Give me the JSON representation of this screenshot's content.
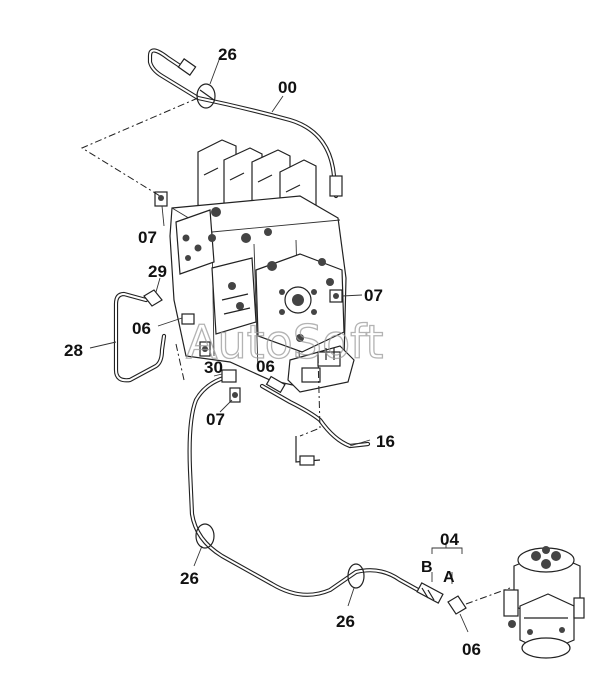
{
  "diagram": {
    "watermark": "AutoSoft",
    "callouts": {
      "hose_main": "00",
      "clamp_top": "26",
      "clamp_lower_left": "26",
      "clamp_lower_mid": "26",
      "adapter_top": "07",
      "adapter_right": "07",
      "adapter_lower": "07",
      "elbow_29": "29",
      "pipe_28": "28",
      "fitting_left": "06",
      "fitting_mid": "06",
      "fitting_right": "06",
      "fitting_30": "30",
      "hose_16": "16",
      "hose_04": "04",
      "end_b": "B",
      "end_a": "A"
    }
  }
}
